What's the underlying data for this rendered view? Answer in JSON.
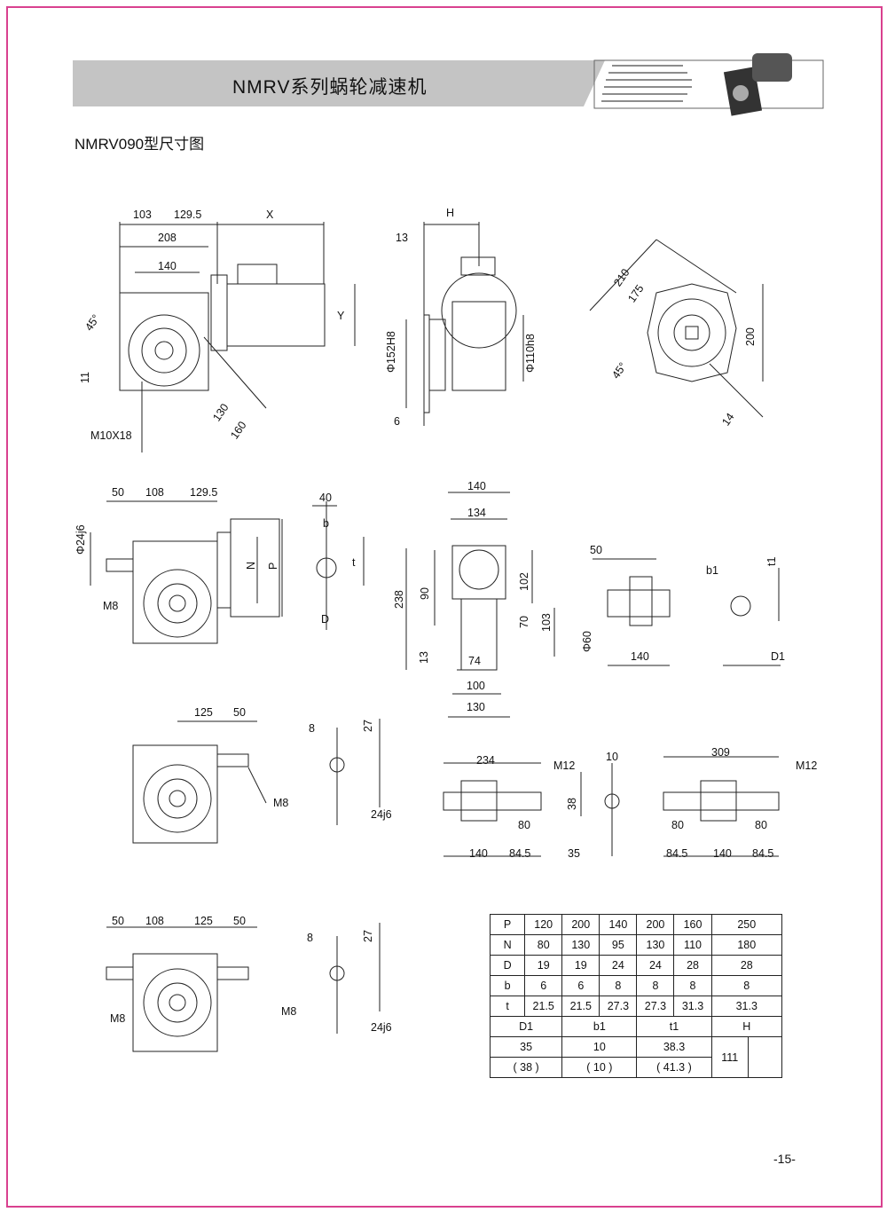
{
  "header": {
    "title": "NMRV系列蜗轮减速机",
    "subtitle": "NMRV090型尺寸图"
  },
  "figures": {
    "f1": [
      "103",
      "129.5",
      "X",
      "208",
      "140",
      "45°",
      "Y",
      "11",
      "130",
      "160",
      "M10X18"
    ],
    "f2": [
      "H",
      "13",
      "Φ152H8",
      "Φ110h8",
      "6"
    ],
    "f3": [
      "210",
      "175",
      "200",
      "45°",
      "14"
    ],
    "f4": [
      "50",
      "108",
      "129.5",
      "Φ24j6",
      "N",
      "P",
      "M8"
    ],
    "f5": [
      "40",
      "b",
      "t",
      "D"
    ],
    "f6": [
      "140",
      "134",
      "238",
      "90",
      "102",
      "70",
      "103",
      "13",
      "74",
      "100",
      "130"
    ],
    "f7": [
      "50",
      "Φ60",
      "140"
    ],
    "f8": [
      "b1",
      "t1",
      "D1"
    ],
    "f9": [
      "125",
      "50",
      "M8"
    ],
    "f10": [
      "8",
      "27",
      "24j6"
    ],
    "f11": [
      "234",
      "M12",
      "80",
      "140",
      "84.5"
    ],
    "f12": [
      "10",
      "38",
      "35"
    ],
    "f13": [
      "309",
      "M12",
      "80",
      "80",
      "84.5",
      "140",
      "84.5"
    ],
    "f14": [
      "50",
      "108",
      "125",
      "50",
      "M8",
      "M8"
    ],
    "f15": [
      "8",
      "27",
      "24j6"
    ]
  },
  "table": {
    "rows": [
      [
        "P",
        "120",
        "200",
        "140",
        "200",
        "160",
        "250"
      ],
      [
        "N",
        "80",
        "130",
        "95",
        "130",
        "110",
        "180"
      ],
      [
        "D",
        "19",
        "19",
        "24",
        "24",
        "28",
        "28"
      ],
      [
        "b",
        "6",
        "6",
        "8",
        "8",
        "8",
        "8"
      ],
      [
        "t",
        "21.5",
        "21.5",
        "27.3",
        "27.3",
        "31.3",
        "31.3"
      ]
    ],
    "sub_headers": [
      "D1",
      "b1",
      "t1",
      "H"
    ],
    "sub_row1": [
      "35",
      "10",
      "38.3"
    ],
    "sub_row2": [
      "( 38 )",
      "( 10 )",
      "( 41.3 )"
    ],
    "H_value": "111"
  },
  "footer": {
    "page_number": "-15-"
  },
  "colors": {
    "frame": "#d9418f",
    "banner": "#c4c4c4"
  }
}
